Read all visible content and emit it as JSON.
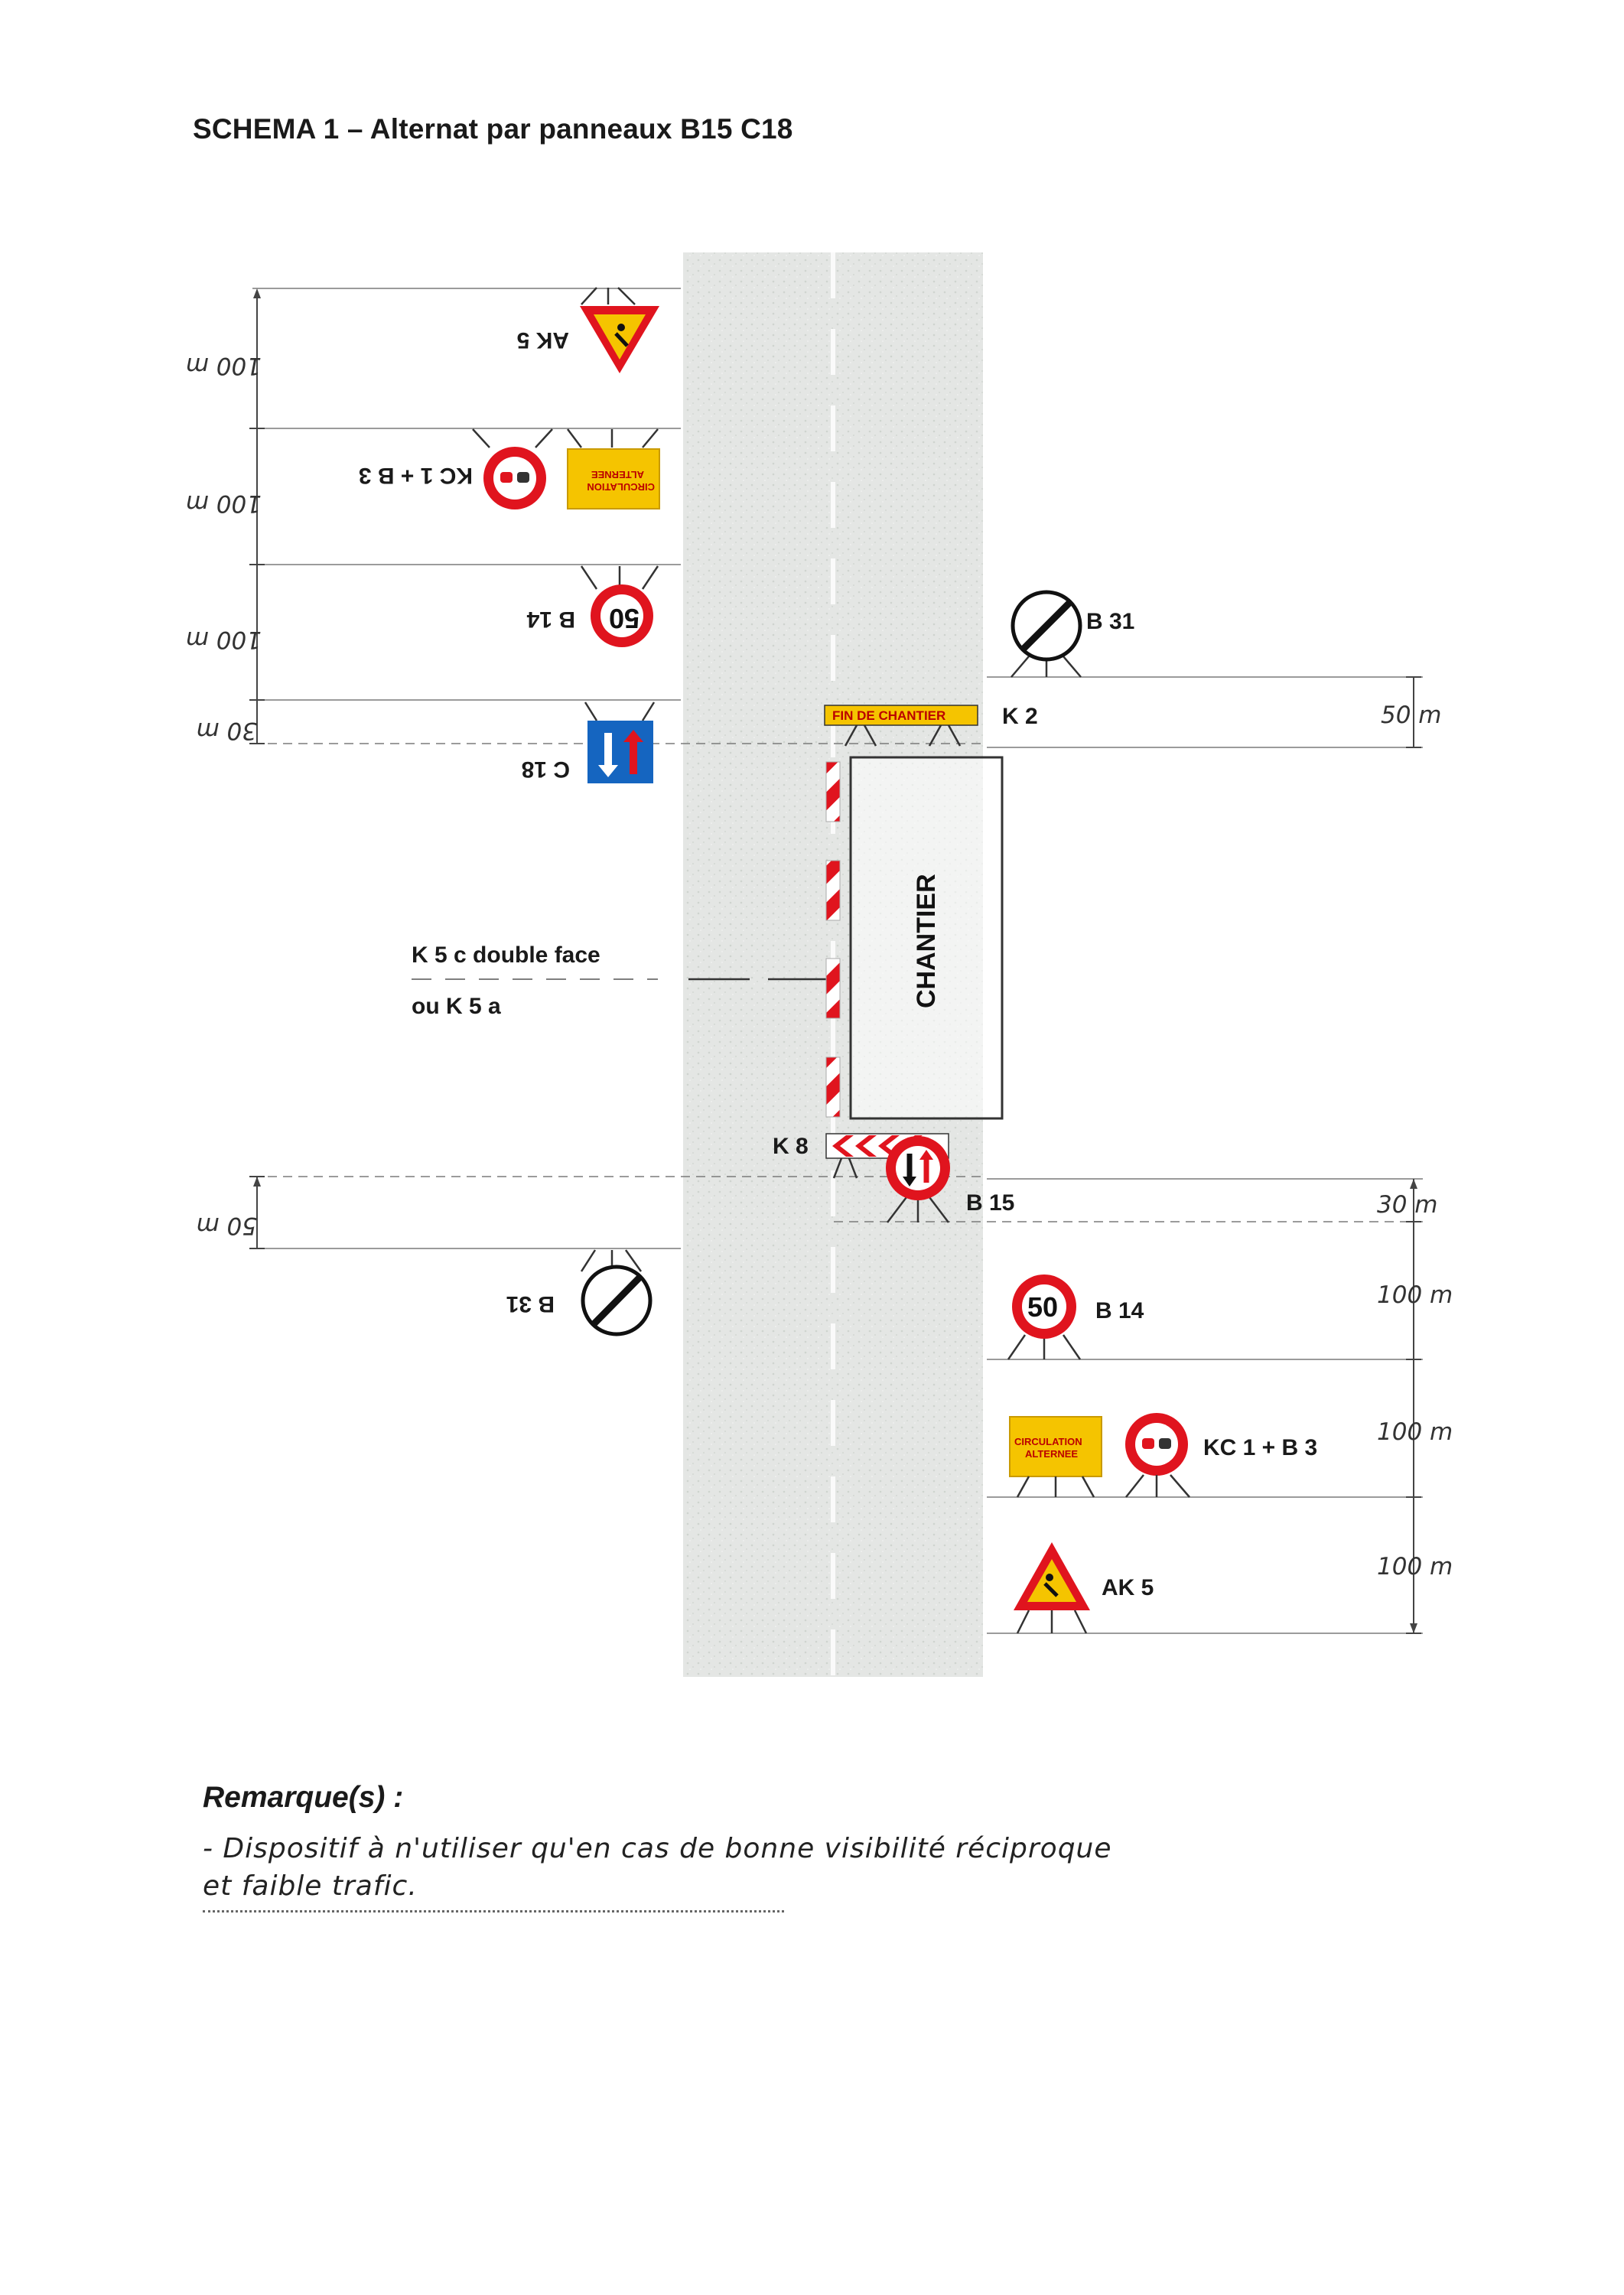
{
  "title": "SCHEMA 1 – Alternat par panneaux B15 C18",
  "labels": {
    "ak5_top": "AK 5",
    "kc1b3_top": "KC 1 + B 3",
    "b14_top": "B 14",
    "c18": "C 18",
    "b31_bottom": "B 31",
    "b31_top": "B 31",
    "k2": "K 2",
    "k5_line1": "K 5 c double face",
    "k5_line2": "ou K 5 a",
    "k8": "K 8",
    "b15": "B 15",
    "b14_bottom": "B 14",
    "kc1b3_bottom": "KC 1 + B 3",
    "ak5_bottom": "AK 5"
  },
  "sign_text": {
    "fin_de_chantier": "FIN DE CHANTIER",
    "chantier": "CHANTIER",
    "speed": "50",
    "circulation_line1": "CIRCULATION",
    "circulation_line2": "ALTERNEE"
  },
  "distances": {
    "left_1": "100 m",
    "left_2": "100 m",
    "left_3": "100 m",
    "left_4": "30 m",
    "left_5": "50 m",
    "right_1": "50 m",
    "right_2": "30 m",
    "right_3": "100 m",
    "right_4": "100 m",
    "right_5": "100 m"
  },
  "remarks": {
    "title": "Remarque(s) :",
    "text": "- Dispositif à n'utiliser qu'en cas de bonne visibilité réciproque et faible trafic."
  },
  "colors": {
    "sign_red": "#e0141e",
    "sign_yellow": "#f5c400",
    "sign_blue": "#1565c0",
    "road_gray": "#e3e5e3"
  }
}
